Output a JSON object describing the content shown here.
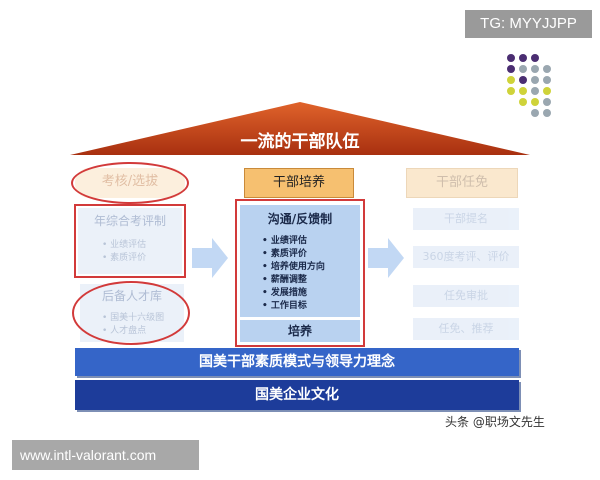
{
  "watermarks": {
    "top": "TG: MYYJJPP",
    "bottom": "www.intl-valorant.com"
  },
  "credit": "头条 @职场文先生",
  "roof": {
    "title": "一流的干部队伍"
  },
  "left": {
    "header": "考核/选拔",
    "panel1": {
      "title": "年综合考评制",
      "items": [
        "业绩评估",
        "素质评价"
      ]
    },
    "panel2": {
      "title": "后备人才库",
      "items": [
        "国美十六级图",
        "人才盘点"
      ]
    }
  },
  "center": {
    "header": "干部培养",
    "panel_title": "沟通/反馈制",
    "items": [
      "业绩评估",
      "素质评价",
      "培养使用方向",
      "薪酬调整",
      "发展措施",
      "工作目标"
    ],
    "footer": "培养"
  },
  "right": {
    "header": "干部任免",
    "items": [
      "干部提名",
      "360度考评、评价",
      "任免审批",
      "任免、推荐"
    ]
  },
  "bands": {
    "upper": "国美干部素质模式与领导力理念",
    "lower": "国美企业文化"
  },
  "colors": {
    "roof": "#c8431a",
    "header_fill": "#f6c070",
    "panel_blue": "#c7daf2",
    "band_upper": "#3565c8",
    "band_lower": "#1d3c9a",
    "highlight_red": "#d23a3a",
    "dots_purple": "#4b2e72",
    "dots_grey": "#9aa7b0",
    "dots_yellow": "#cfd33a"
  }
}
